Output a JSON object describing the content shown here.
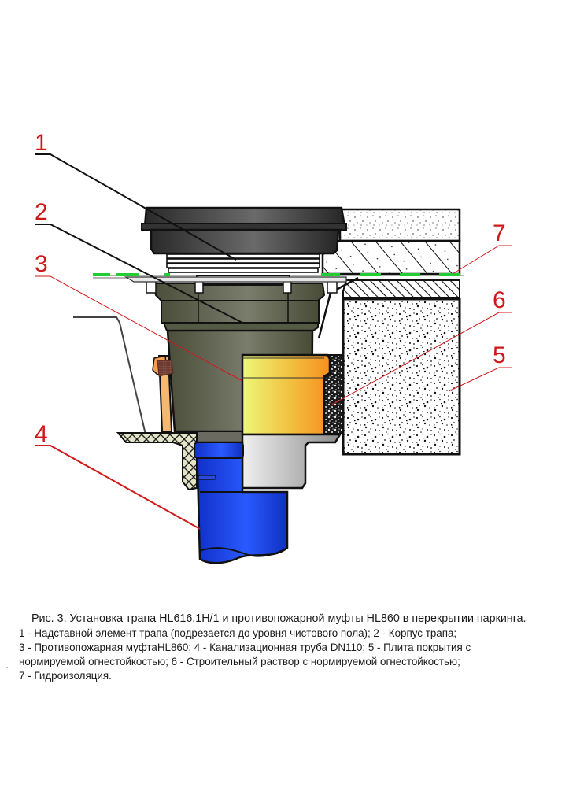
{
  "figure": {
    "callouts": [
      {
        "num": "1",
        "target": "extension-element"
      },
      {
        "num": "2",
        "target": "drain-body"
      },
      {
        "num": "3",
        "target": "fire-sleeve"
      },
      {
        "num": "4",
        "target": "sewer-pipe"
      },
      {
        "num": "5",
        "target": "slab"
      },
      {
        "num": "6",
        "target": "mortar"
      },
      {
        "num": "7",
        "target": "waterproofing"
      }
    ],
    "colors": {
      "callout_red": "#d01818",
      "drain_dark": "#3a3a3a",
      "body_olive": "#5a5e48",
      "sleeve_yellow": "#e8f070",
      "sleeve_orange": "#f7901e",
      "pipe_blue": "#1a3fe0",
      "waterproof_green": "#22cc33",
      "coupling_grey": "#b8b8b8"
    }
  },
  "caption": {
    "title": "Рис. 3. Установка трапа HL616.1H/1 и противопожарной муфты HL860 в перекрытии паркинга.",
    "legend_lines": [
      "1 - Надставной элемент трапа (подрезается до уровня чистового пола); 2 - Корпус трапа;",
      "3 - Противопожарная муфтаHL860; 4 - Канализационная труба DN110; 5 - Плита покрытия с",
      "нормируемой огнестойкостью; 6 - Строительный раствор с нормируемой огнестойкостью;",
      "7 - Гидроизоляция."
    ],
    "stray_mark": "."
  }
}
